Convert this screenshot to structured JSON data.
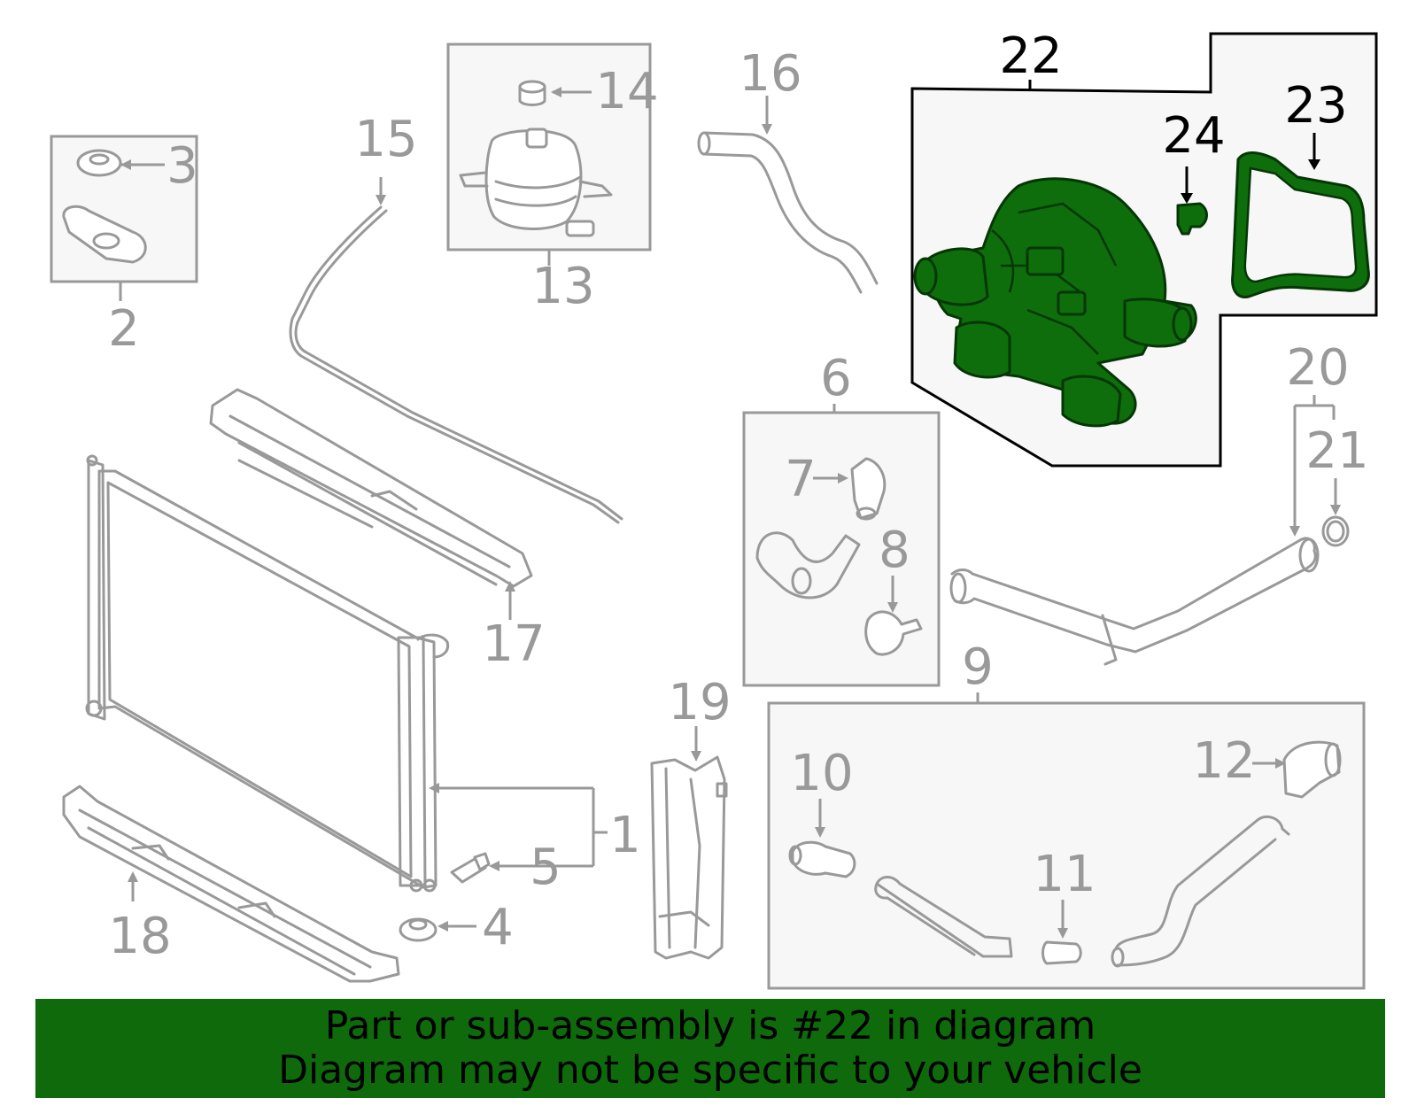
{
  "callouts": {
    "c1": "1",
    "c2": "2",
    "c3": "3",
    "c4": "4",
    "c5": "5",
    "c6": "6",
    "c7": "7",
    "c8": "8",
    "c9": "9",
    "c10": "10",
    "c11": "11",
    "c12": "12",
    "c13": "13",
    "c14": "14",
    "c15": "15",
    "c16": "16",
    "c17": "17",
    "c18": "18",
    "c19": "19",
    "c20": "20",
    "c21": "21",
    "c22": "22",
    "c23": "23",
    "c24": "24"
  },
  "highlight": {
    "part_number": "22",
    "related_parts": [
      "23",
      "24"
    ],
    "color": "#0f6a0c"
  },
  "banner": {
    "line1": "Part or sub-assembly is #22 in diagram",
    "line2": "Diagram may not be specific to your vehicle",
    "background": "#0f6a0c"
  },
  "colors": {
    "line_art": "#999999",
    "highlight_outline": "#000000"
  }
}
